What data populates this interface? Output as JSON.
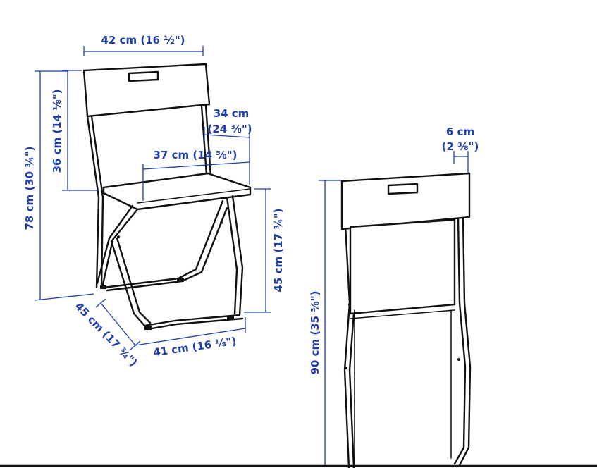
{
  "colors": {
    "dimension": "#1f3ea8",
    "outline": "#111111",
    "background": "#ffffff"
  },
  "dimensions": {
    "width": "42 cm (16 ½\")",
    "seat_depth_a": "34 cm",
    "seat_depth_b": "(24 ⅜\")",
    "seat_width": "37 cm (14 ⅝\")",
    "back_height": "36 cm (14 ⅛\")",
    "total_height": "78 cm (30 ¾\")",
    "seat_height": "45 cm (17 ¾\")",
    "depth": "45 cm (17 ¾\")",
    "base_width": "41 cm (16 ⅛\")",
    "folded_depth_a": "6 cm",
    "folded_depth_b": "(2 ⅜\")",
    "folded_height": "90 cm (35 ⅜\")"
  }
}
